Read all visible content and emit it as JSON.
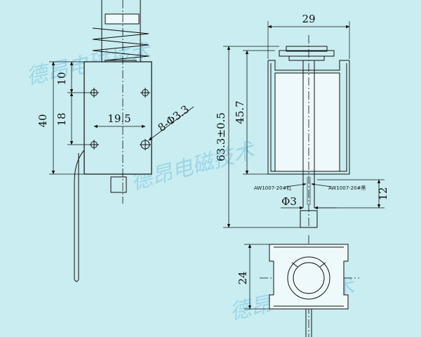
{
  "watermark": {
    "text_1": "德昂电磁技术",
    "text_2": "德昂电磁技术",
    "text_3": "德昂电磁技术"
  },
  "front_view": {
    "dim_height_total": "40",
    "dim_height_holes": "18",
    "dim_top_offset": "10",
    "dim_hole_spacing": "19.5",
    "dim_holes": "8-Φ3.3"
  },
  "side_view": {
    "dim_width": "29",
    "dim_total_length": "63.3±0.5",
    "dim_body_length": "45.7",
    "dim_plunger_dia": "Φ3",
    "dim_plunger_stroke": "12",
    "wire_left": "AW1007-20#红",
    "wire_right": "AW1007-20#黑"
  },
  "bottom_view": {
    "dim_width": "24"
  }
}
